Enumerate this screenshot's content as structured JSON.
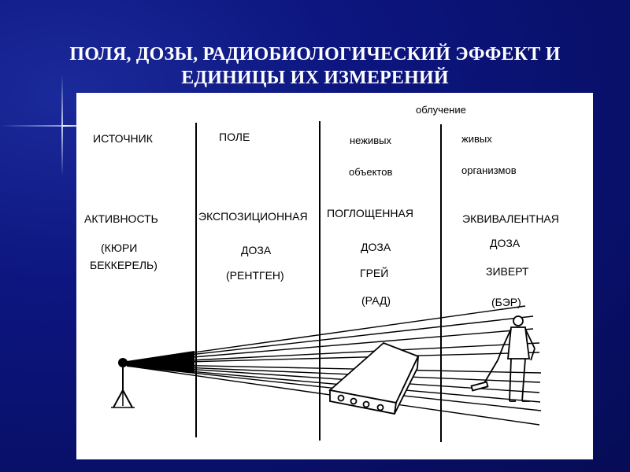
{
  "title": {
    "line1": "ПОЛЯ, ДОЗЫ, РАДИОБИОЛОГИЧЕСКИЙ ЭФФЕКТ И",
    "line2": "ЕДИНИЦЫ ИХ ИЗМЕРЕНИЙ"
  },
  "diagram": {
    "irradiation": "облучение",
    "source": "ИСТОЧНИК",
    "field": "ПОЛЕ",
    "nonliving_1": "неживых",
    "nonliving_2": "объектов",
    "living_1": "живых",
    "living_2": "организмов",
    "activity": "АКТИВНОСТЬ",
    "activity_units_1": "(КЮРИ",
    "activity_units_2": "БЕККЕРЕЛЬ)",
    "exposure_1": "ЭКСПОЗИЦИОННАЯ",
    "exposure_2": "ДОЗА",
    "exposure_units": "(РЕНТГЕН)",
    "absorbed_1": "ПОГЛОЩЕННАЯ",
    "absorbed_2": "ДОЗА",
    "absorbed_units_1": "ГРЕЙ",
    "absorbed_units_2": "(РАД)",
    "equivalent_1": "ЭКВИВАЛЕНТНАЯ",
    "equivalent_2": "ДОЗА",
    "equivalent_units_1": "ЗИВЕРТ",
    "equivalent_units_2": "(БЭР)"
  }
}
